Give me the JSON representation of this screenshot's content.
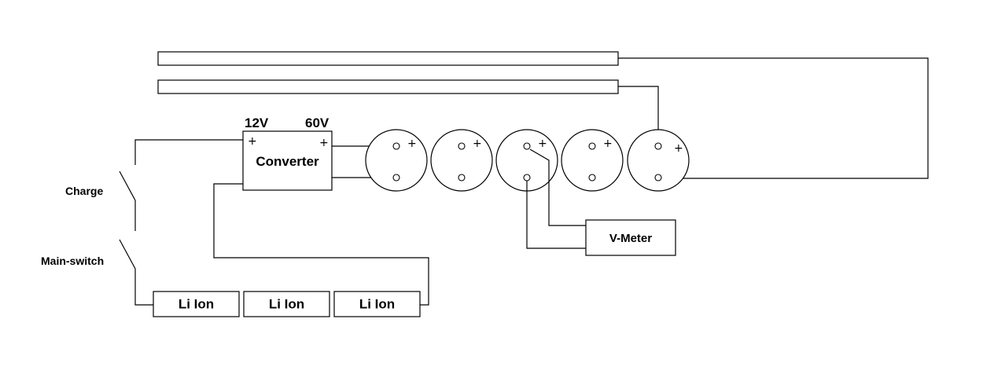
{
  "converter": {
    "label": "Converter",
    "input_label": "12V",
    "output_label": "60V",
    "input_polarity": "+",
    "output_polarity": "+"
  },
  "switches": {
    "charge_label": "Charge",
    "main_label": "Main-switch"
  },
  "batteries": [
    {
      "label": "Li Ion"
    },
    {
      "label": "Li Ion"
    },
    {
      "label": "Li Ion"
    }
  ],
  "capacitors": [
    {
      "polarity": "+"
    },
    {
      "polarity": "+"
    },
    {
      "polarity": "+"
    },
    {
      "polarity": "+"
    },
    {
      "polarity": "+"
    }
  ],
  "meter": {
    "label": "V-Meter"
  },
  "rails": {
    "count": 2
  }
}
